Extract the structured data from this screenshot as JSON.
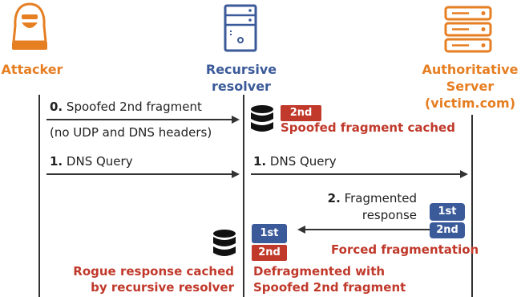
{
  "actors": {
    "attacker": {
      "label": "Attacker"
    },
    "resolver": {
      "label_line1": "Recursive",
      "label_line2": "resolver"
    },
    "server": {
      "label_line1": "Authoritative",
      "label_line2": "Server",
      "label_line3": "(victim.com)"
    }
  },
  "messages": [
    {
      "num": "0.",
      "text_line1": "Spoofed 2nd fragment",
      "text_line2": "(no UDP and DNS headers)"
    },
    {
      "num": "1.",
      "text": "DNS Query"
    },
    {
      "num": "1.",
      "text": "DNS Query"
    },
    {
      "num": "2.",
      "text_line1": "Fragmented",
      "text_line2": "response"
    }
  ],
  "fragments": {
    "spoofed_2nd": "2nd",
    "server_1st": "1st",
    "server_2nd": "2nd",
    "resolver_1st": "1st",
    "resolver_2nd": "2nd"
  },
  "notes": {
    "spoofed_cached": "Spoofed fragment cached",
    "forced_fragmentation": "Forced fragmentation",
    "rogue_line1": "Rogue response cached",
    "rogue_line2": "by recursive resolver",
    "defrag_line1": "Defragmented with",
    "defrag_line2": "Spoofed 2nd fragment"
  },
  "colors": {
    "attacker": "#e67e22",
    "resolver": "#3b5a99",
    "server": "#e67e22",
    "spoofed": "#c0392b",
    "legit": "#3b5a99"
  },
  "icons": {
    "attacker": "hooded-hacker-icon",
    "resolver": "server-tower-icon",
    "server": "server-rack-icon",
    "cache": "database-icon"
  }
}
